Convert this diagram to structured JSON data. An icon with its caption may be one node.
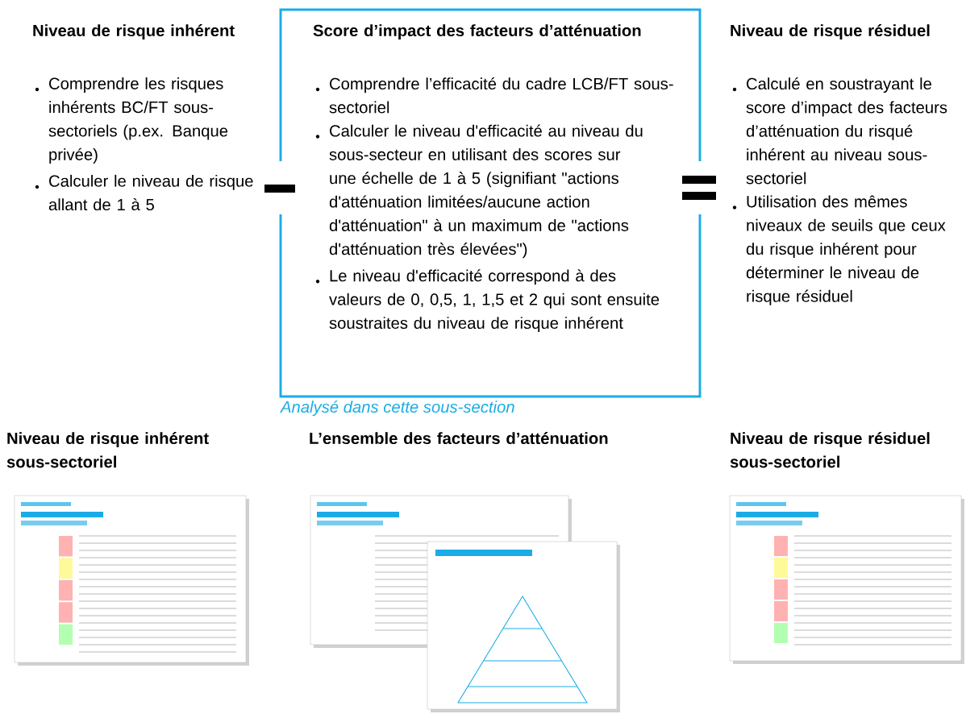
{
  "diagram": {
    "nodes": [
      {
        "text": [
          "Score d’impact des facteurs d’atténuation",
          "Comprendre l’efficacité du cadre LCB/FT sous-sectoriel",
          "Calculer le niveau d'efficacité au niveau du sous-secteur en utilisant des scores sur une échelle de 1 à 5 (signifiant \"actions d'atténuation limitées/aucune action d'atténuation\" à un maximum de \"actions d'atténuation très élevées\")",
          "Le niveau d'efficacité correspond à des valeurs de 0, 0,5, 1, 1,5 et 2 qui sont ensuite soustraites du niveau de risque inhérent"
        ],
        "beside": [
          "Analysé dans cette sous-section"
        ]
      }
    ],
    "labels": [
      "Niveau de risque inhérent",
      "Comprendre les risques inhérents BC/FT sous-sectoriels (p.ex. Banque privée)",
      "Calculer le niveau de risque allant de 1 à 5",
      "Niveau de risque résiduel",
      "Calculé en soustrayant le score d’impact des facteurs d’atténuation du risqué inhérent au niveau sous-sectoriel",
      "Utilisation des mêmes niveaux de seuils que ceux du risque inhérent pour déterminer le niveau de risque résiduel",
      "Niveau de risque inhérent sous-sectoriel",
      "L’ensemble des facteurs d’atténuation",
      "Niveau de risque résiduel sous-sectoriel"
    ]
  }
}
